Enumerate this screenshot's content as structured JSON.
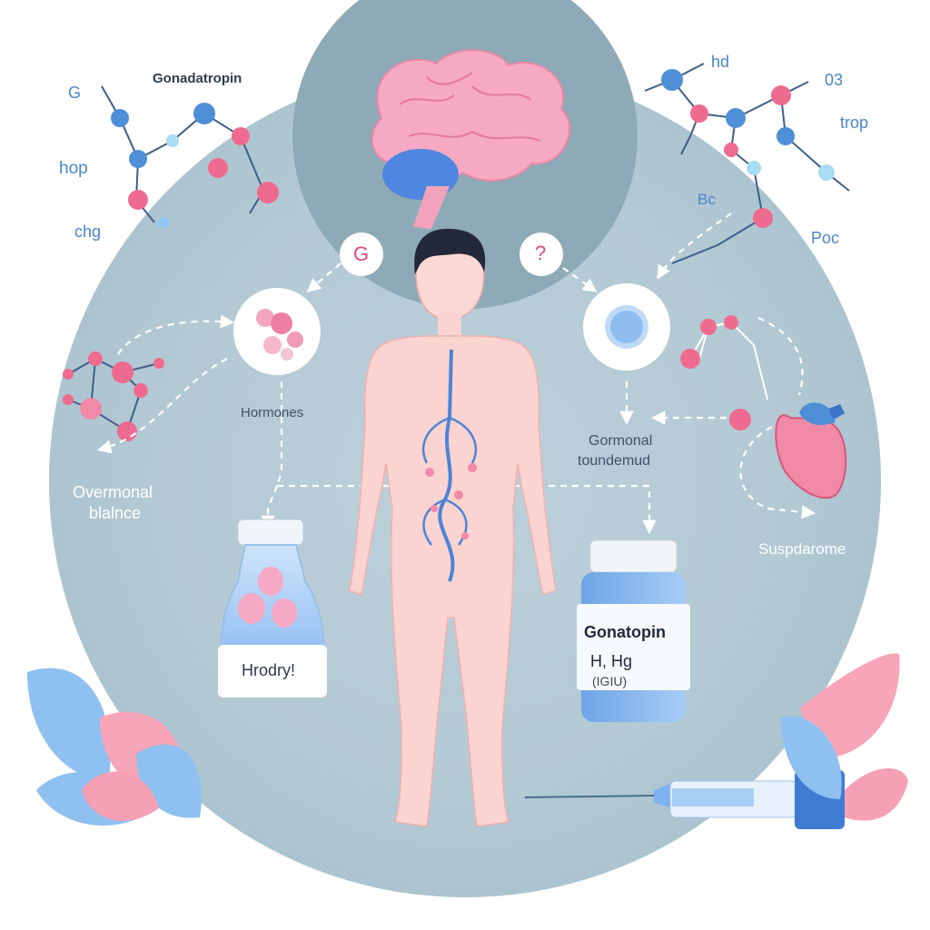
{
  "title": "Gonadatropin",
  "labels": {
    "left_g": "G",
    "left_hop": "hop",
    "left_chg": "chg",
    "right_hd": "hd",
    "right_03": "03",
    "right_trop": "trop",
    "right_bc": "Bc",
    "right_poc": "Poc",
    "badge_g": "G",
    "badge_q": "?",
    "hormones": "Hormones",
    "balance_line1": "Overmonal",
    "balance_line2": "blalnce",
    "right_mid_line1": "Gormonal",
    "right_mid_line2": "toundemud",
    "suspdarome": "Suspdarome"
  },
  "flask": {
    "label": "Hrodry!"
  },
  "bottle": {
    "line1": "Gonatopin",
    "line2": "H, Hg",
    "line3": "(IGIU)"
  },
  "colors": {
    "background_circle": "#b7ccd6",
    "brain_circle": "#8ea9b5",
    "molecule_blue": "#4f8fd8",
    "molecule_pink": "#ee6b8f",
    "skin": "#fbd3d0",
    "leaf_blue": "#8ec0f0",
    "leaf_pink": "#f7a5b9",
    "label_blue": "#4a86c8",
    "label_dark": "#2f3b52"
  },
  "icons": [
    "brain-icon",
    "heart-icon",
    "flask-icon",
    "bottle-icon",
    "syringe-icon",
    "molecule-icon",
    "leaf-icon",
    "human-figure-icon"
  ]
}
